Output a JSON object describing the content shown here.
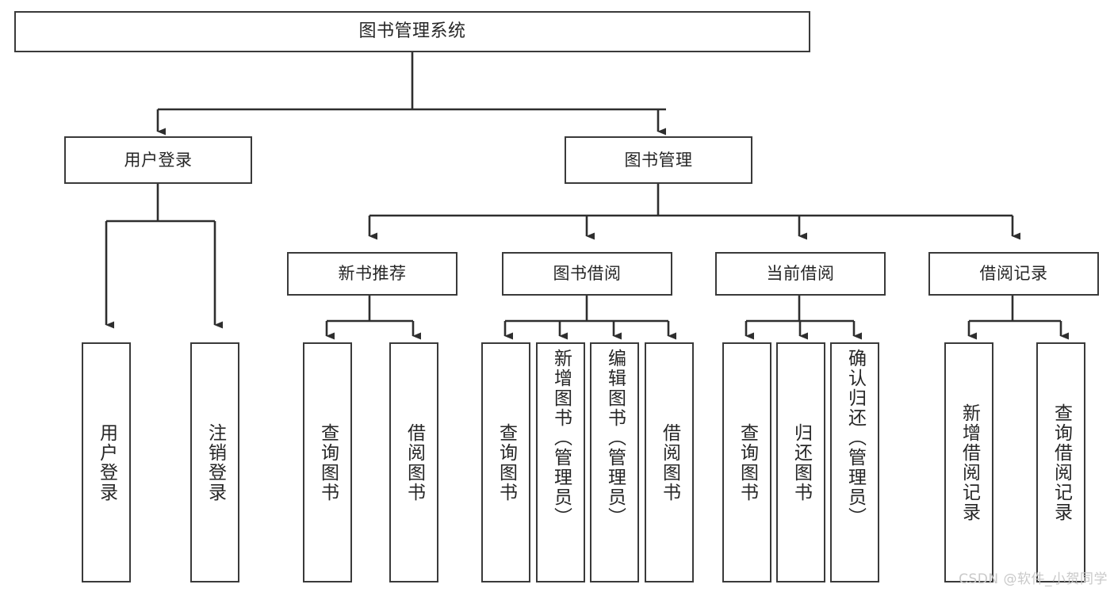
{
  "diagram": {
    "title": "图书管理系统",
    "type": "tree-hierarchy",
    "stroke_color": "#3a3a3a",
    "text_color": "#262626",
    "background_color": "#ffffff",
    "root": {
      "id": "root",
      "label": "图书管理系统"
    },
    "level1": [
      {
        "id": "user-login",
        "label": "用户登录"
      },
      {
        "id": "book-manage",
        "label": "图书管理"
      }
    ],
    "level2": [
      {
        "id": "new-book-rec",
        "label": "新书推荐",
        "parent": "book-manage"
      },
      {
        "id": "book-borrow",
        "label": "图书借阅",
        "parent": "book-manage"
      },
      {
        "id": "current-borrow",
        "label": "当前借阅",
        "parent": "book-manage"
      },
      {
        "id": "borrow-record",
        "label": "借阅记录",
        "parent": "book-manage"
      }
    ],
    "leaves": [
      {
        "id": "leaf-user-login",
        "label": "用户登录",
        "parent": "user-login"
      },
      {
        "id": "leaf-logout",
        "label": "注销登录",
        "parent": "user-login"
      },
      {
        "id": "leaf-query-book-1",
        "label": "查询图书",
        "parent": "new-book-rec"
      },
      {
        "id": "leaf-borrow-book-1",
        "label": "借阅图书",
        "parent": "new-book-rec"
      },
      {
        "id": "leaf-query-book-2",
        "label": "查询图书",
        "parent": "book-borrow"
      },
      {
        "id": "leaf-add-book",
        "label": "新增图书（管理员）",
        "parent": "book-borrow"
      },
      {
        "id": "leaf-edit-book",
        "label": "编辑图书（管理员）",
        "parent": "book-borrow"
      },
      {
        "id": "leaf-borrow-book-2",
        "label": "借阅图书",
        "parent": "book-borrow"
      },
      {
        "id": "leaf-query-book-3",
        "label": "查询图书",
        "parent": "current-borrow"
      },
      {
        "id": "leaf-return-book",
        "label": "归还图书",
        "parent": "current-borrow"
      },
      {
        "id": "leaf-confirm-return",
        "label": "确认归还（管理员）",
        "parent": "current-borrow"
      },
      {
        "id": "leaf-add-record",
        "label": "新增借阅记录",
        "parent": "borrow-record"
      },
      {
        "id": "leaf-query-record",
        "label": "查询借阅记录",
        "parent": "borrow-record"
      }
    ]
  },
  "watermark": {
    "text": "CSDN @软件_小贺同学"
  }
}
